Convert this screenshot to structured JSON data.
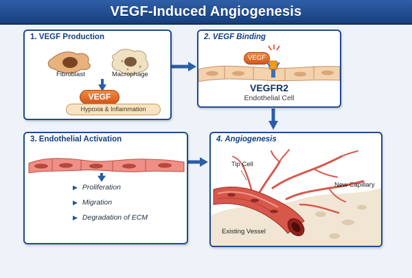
{
  "title": "VEGF-Induced Angiogenesis",
  "colors": {
    "banner": "#1d4a8c",
    "panel_border": "#1d4a8c",
    "vegf": "#e06a2a",
    "vessel": "#d8574b",
    "receptor": "#f59a1c"
  },
  "panels": [
    {
      "title": "1. VEGF Production",
      "fibroblast_label": "Fibroblast",
      "macrophage_label": "Macrophage",
      "vegf_label": "VEGF",
      "condition_label": "Hypoxia & Inflammation"
    },
    {
      "title": "2. VEGF Binding",
      "vegf_label": "VEGF",
      "receptor_label": "VEGFR2",
      "cell_label": "Endothelial Cell"
    },
    {
      "title": "3. Endothelial Activation",
      "steps": [
        "Proliferation",
        "Migration",
        "Degradation of ECM"
      ]
    },
    {
      "title": "4. Angiogenesis",
      "tip_cell_label": "Tip Cell",
      "new_capillary_label": "New Capillary",
      "existing_vessel_label": "Existing Vessel"
    }
  ],
  "icons": [
    "fibroblast-icon",
    "macrophage-icon",
    "arrow-icon",
    "receptor-icon",
    "signal-icon",
    "endothelial-cells-icon",
    "vessel-icon"
  ]
}
